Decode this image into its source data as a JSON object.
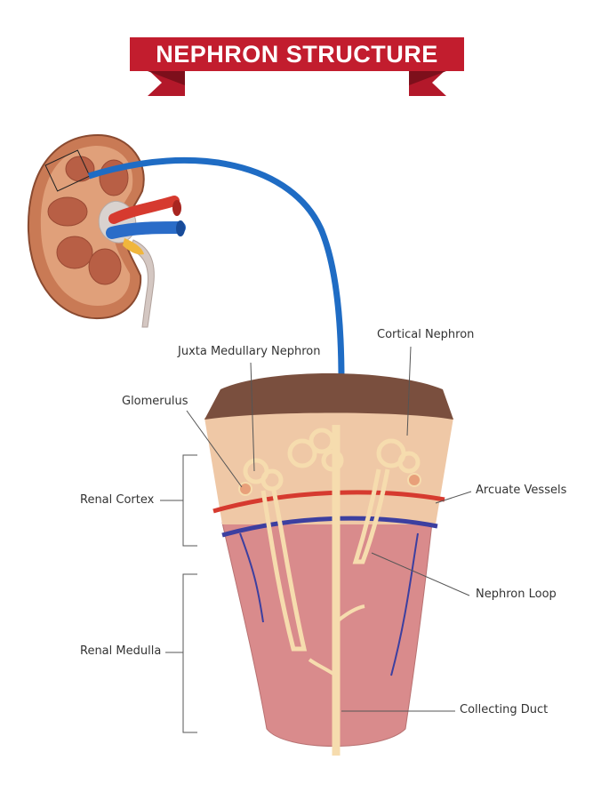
{
  "title": "NEPHRON STRUCTURE",
  "labels": {
    "juxta_medullary_nephron": "Juxta Medullary Nephron",
    "cortical_nephron": "Cortical Nephron",
    "glomerulus": "Glomerulus",
    "renal_cortex": "Renal Cortex",
    "arcuate_vessels": "Arcuate Vessels",
    "nephron_loop": "Nephron Loop",
    "renal_medulla": "Renal Medulla",
    "collecting_duct": "Collecting Duct"
  },
  "colors": {
    "banner": "#c21d2e",
    "banner_dark": "#8e1220",
    "arrow": "#1f6cc4",
    "medulla": "#d98b8c",
    "cortex": "#efc8a6",
    "capsule": "#7a4f3e",
    "artery": "#d63a2f",
    "vein": "#3c3fa0",
    "tubule": "#f6dcae"
  }
}
